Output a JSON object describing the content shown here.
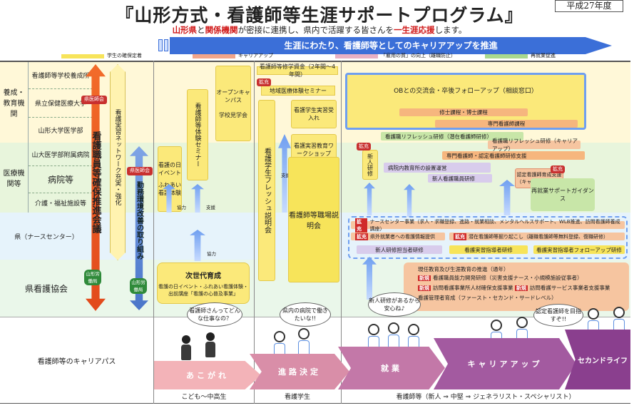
{
  "header": {
    "title": "『山形方式・看護師等生涯サポートプログラム』",
    "year": "平成27年度",
    "subtitle_parts": [
      "山形県",
      "と",
      "関係機関",
      "が密接に連携し、県内で活躍する皆さんを",
      "一生涯応援",
      "します。"
    ],
    "banner": "生涯にわたり、看護師等としてのキャリアアップを推進"
  },
  "legend": [
    "学生の確保定着",
    "キャリアアップ",
    "「雇用の質」の向上（離職防止）",
    "再就業促進"
  ],
  "colors": {
    "yellow": "#f7e45a",
    "salmon": "#f2a58a",
    "pink": "#e8b0c4",
    "green": "#a9d98e",
    "blue": "#3b6fd8"
  },
  "rows": {
    "education": "養成・教育機関",
    "medical": "医療機関等",
    "prefecture": "県（ナースセンター）",
    "association": "県看護協会",
    "career_path": "看護師等のキャリアパス"
  },
  "institutions": {
    "schools": "看護師等学校養成所",
    "kenritsu": "県立保健医療大学",
    "yamadai": "山形大学医学部",
    "yamadai_hosp": "山大医学部附属病院",
    "hospitals": "病院等",
    "care": "介護・福祉施設等"
  },
  "vertical": {
    "kakuho": "看護職員等確保推進会議",
    "network": "看護実習ネットワーク充実・強化",
    "kinmu": "勤務環境改善の取り組み",
    "tag_ishikai1": "県医師会",
    "tag_ishikai2": "県医師会",
    "tag_roudou": "山形労働局",
    "tag_roudou2": "山形労働局"
  },
  "children": {
    "event": "看護の日イベント",
    "fureai": "ふれあい看護体験",
    "seminar": "看護師等体験セミナー",
    "open_campus": "オープンキャンパス",
    "school_visit": "学校見学会",
    "kyoryoku": "協力",
    "shien": "支援",
    "jisedai": "次世代育成",
    "jisedai_desc": "看護の日イベント・ふれあい看護体験・出前講座「看護の心普及事業」"
  },
  "students": {
    "shogakukin": "看護師等修学資金（2年間〜4年間）",
    "kakuju": "拡充",
    "chiiki": "地域医療体験セミナー",
    "kango_seminar": "看護学生実習受入れ",
    "kenshu_ws": "看護実習教育ワークショップ",
    "fresh": "看護学生フレッシュ説明会",
    "setsumeikai": "看護師等職場説明会"
  },
  "nurses": {
    "ob": "OBとの交流会・卒後フォローアップ（相談窓口）",
    "shushi": "修士課程・博士課程",
    "senmon1": "専門看護師課程",
    "refresh1": "看護職リフレッシュ研修（潜在看護師研修）",
    "refresh2": "看護職リフレッシュ研修（キャリアアップ）",
    "senmon2": "専門看護師・認定看護師研修支援",
    "shinjin": "新人研修",
    "shinjin_kenshu": "新人看護職員研修",
    "byoin_kan": "病院内教育所の設置運営",
    "nintei": "認定看護師育成支援（キャリアアップ）",
    "saishuugyo": "再就業サポートガイダンス",
    "nurse_center": "ナースセンター事業（求人・求職登録、進路・就業相談、メンタルヘルスサポート、WLB推進、訪問看護師養成講座）",
    "kengai": "県外就業者への看護情報提供",
    "senzai": "潜在看護師等掘り起こし（離職看護師等無料登録、復職研修）",
    "shinjin_tanto": "新人研修担当者研修",
    "jisshu_shidou": "看護実習指導者研修",
    "jisshu_follow": "看護実習指導者フォローアップ研修",
    "genshoku": "現任教育及び生涯教育の推進（通年）",
    "kango_ikusei": "看護職員能力開発研修（災害支援ナース・小規模施設従事者）",
    "houmon": "訪問看護事業所人材確保支援事業",
    "houmon2": "訪問看護サービス事業者支援事業",
    "kanri": "看護管理者育成（ファースト・セカンド・サードレベル）",
    "shinki": "新規",
    "kakuju2": "拡充"
  },
  "bubbles": {
    "b1": "看護師さんってどんな仕事なの？",
    "b2": "県内の病院で働きたいな!!",
    "b3": "新人研修があるから安心ね♪",
    "b4": "認定看護師を目指すぞ!!"
  },
  "path": [
    "あこがれ",
    "進路決定",
    "就業",
    "キャリアアップ",
    "セカンドライフ"
  ],
  "bottom": {
    "kodomo": "こども〜中高生",
    "gakusei": "看護学生",
    "kangoshi": "看護師等（新人 ⇒ 中堅 ⇒ ジェネラリスト・スペシャリスト）"
  }
}
